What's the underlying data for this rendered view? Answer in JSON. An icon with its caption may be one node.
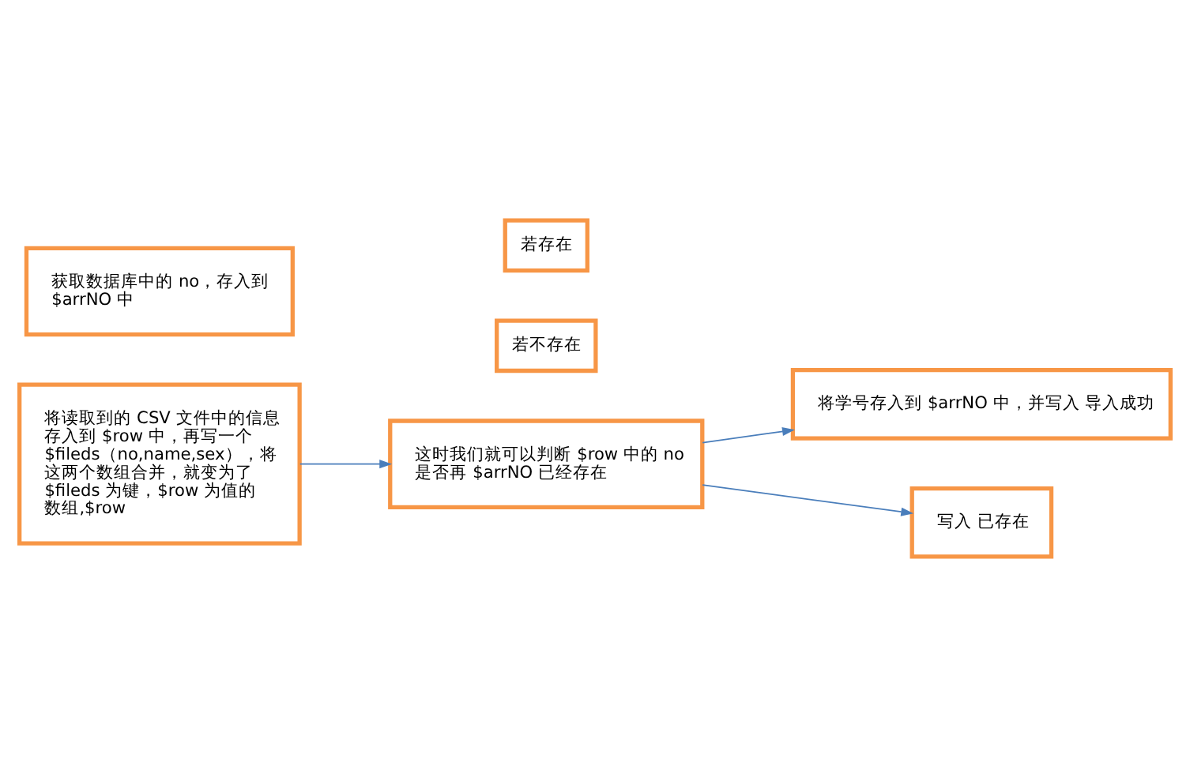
{
  "diagram": {
    "nodes": [
      {
        "text": [
          "获取数据库中的 no，存入到 $arrNO 中"
        ]
      },
      {
        "text": [
          "将读取到的 CSV 文件中的信息存入到 $row 中，再写一个 $fileds（no,name,sex），将这两个数组合并，就变为了 $fileds 为键，$row 为值的数组,$row"
        ]
      },
      {
        "text": [
          "这时我们就可以判断 $row 中的 no 是否再 $arrNO 已经存在"
        ]
      },
      {
        "text": [
          "若存在"
        ]
      },
      {
        "text": [
          "写入 已存在"
        ]
      },
      {
        "text": [
          "若不存在"
        ]
      },
      {
        "text": [
          "将学号存入到 $arrNO 中，并写入 导入成功"
        ]
      }
    ],
    "edges": [
      {
        "from": 1,
        "to": 2,
        "arrow": "to"
      },
      {
        "from": 2,
        "to": 4,
        "arrow": "to"
      },
      {
        "from": 2,
        "to": 6,
        "arrow": "to"
      }
    ]
  }
}
